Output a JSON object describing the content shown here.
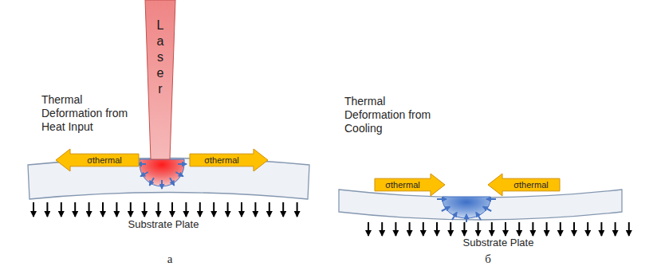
{
  "diagram": {
    "nodes": [
      {
        "text": [
          "Laser"
        ]
      },
      {
        "text": [
          "σthermal"
        ]
      },
      {
        "text": [
          "σthermal"
        ]
      },
      {
        "text": [
          "σthermal"
        ]
      },
      {
        "text": [
          "σthermal"
        ]
      }
    ],
    "labels": [
      "Thermal Deformation from Heat Input",
      "Substrate Plate",
      "а",
      "Thermal Deformation from Cooling",
      "Substrate Plate",
      "б"
    ]
  }
}
